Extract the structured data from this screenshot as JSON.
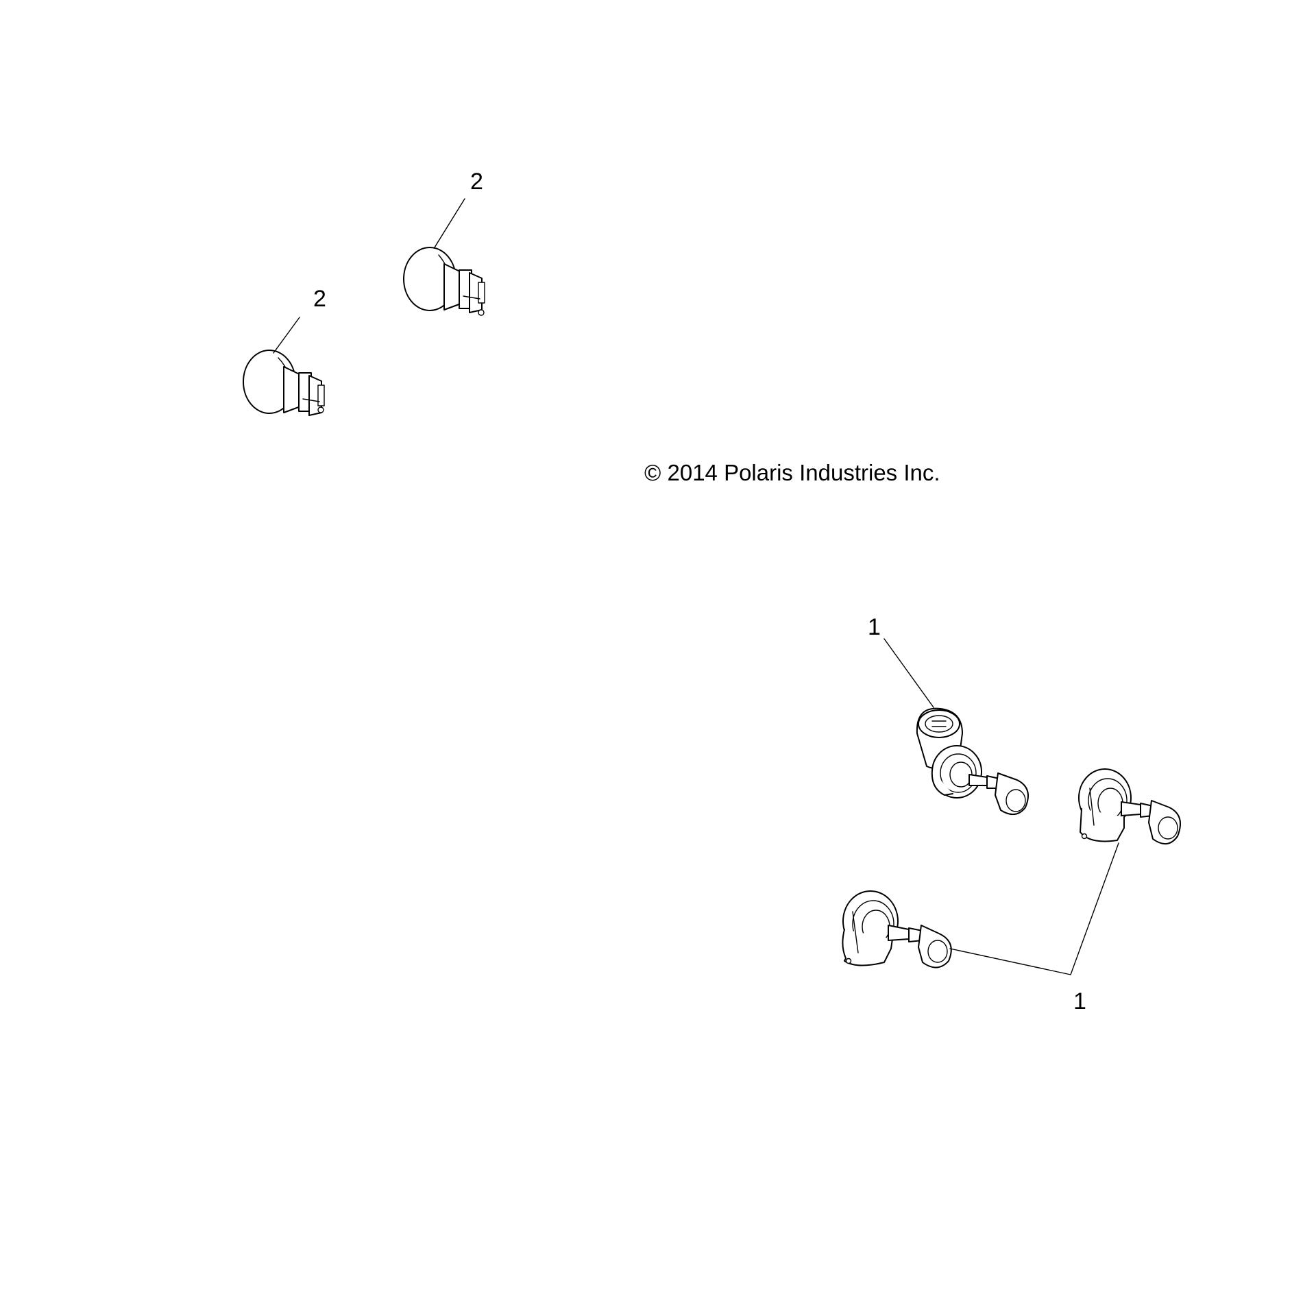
{
  "copyright": "© 2014 Polaris Industries Inc.",
  "callouts": {
    "bulb_wedge_upper": "2",
    "bulb_wedge_lower": "2",
    "bulb_halogen_upper": "1",
    "bulb_halogen_lower": "1"
  },
  "colors": {
    "line": "#000000",
    "background": "#ffffff"
  }
}
